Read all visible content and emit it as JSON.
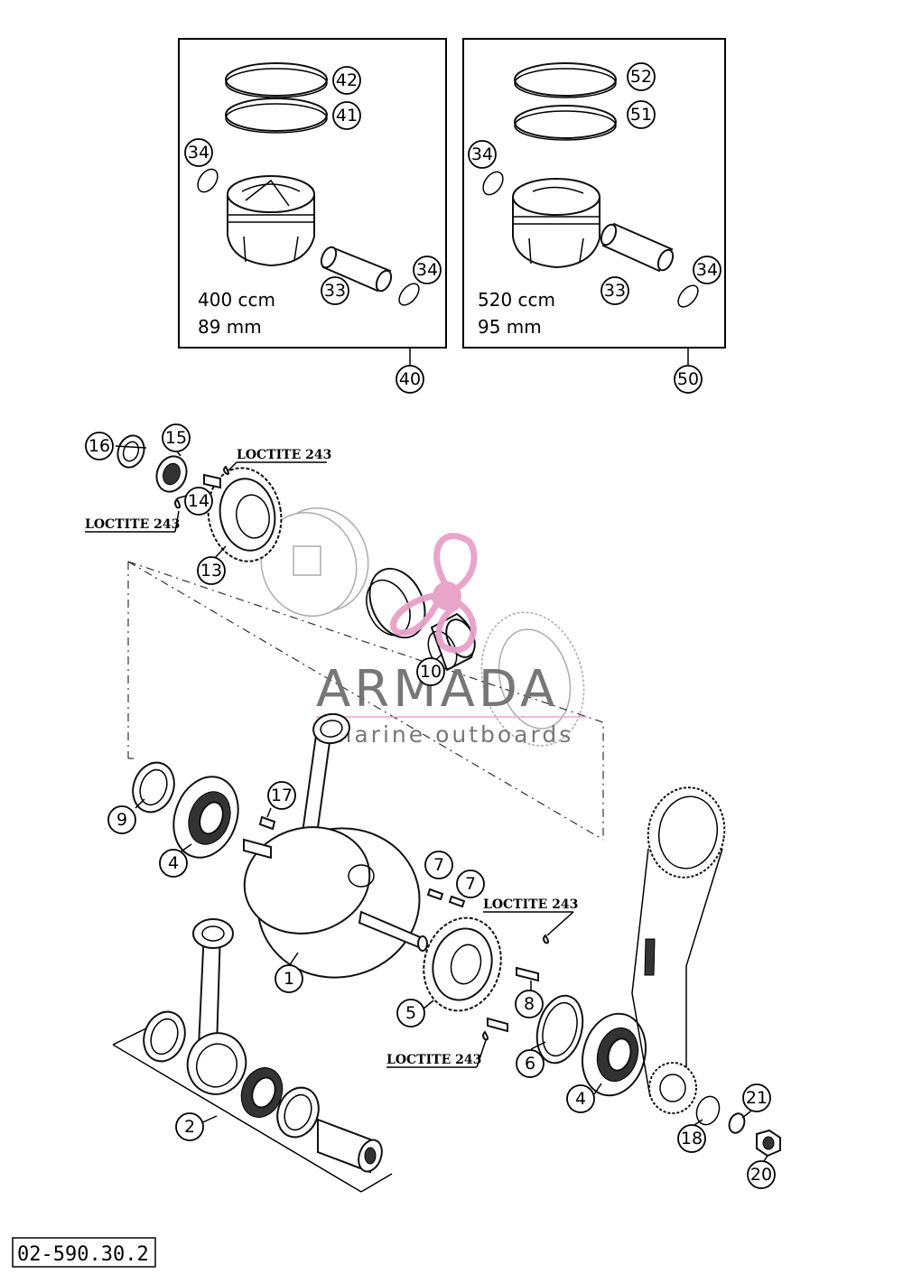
{
  "document_id": "02-590.30.2",
  "loctite_label": "LOCTITE 243",
  "watermark": {
    "brand": "ARMADA",
    "tagline": "marine outboards",
    "logo_color": "#e8a0c8",
    "text_color": "#707070"
  },
  "piston_kits": [
    {
      "callout": "40",
      "displacement": "400 ccm",
      "bore": "89 mm",
      "ring_callouts": [
        "42",
        "41"
      ],
      "pin": "33",
      "clip": "34"
    },
    {
      "callout": "50",
      "displacement": "520 ccm",
      "bore": "95 mm",
      "ring_callouts": [
        "52",
        "51"
      ],
      "pin": "33",
      "clip": "34"
    }
  ],
  "callouts": [
    "1",
    "2",
    "4",
    "4",
    "5",
    "6",
    "7",
    "7",
    "8",
    "9",
    "10",
    "13",
    "14",
    "15",
    "16",
    "17",
    "18",
    "20",
    "21"
  ]
}
